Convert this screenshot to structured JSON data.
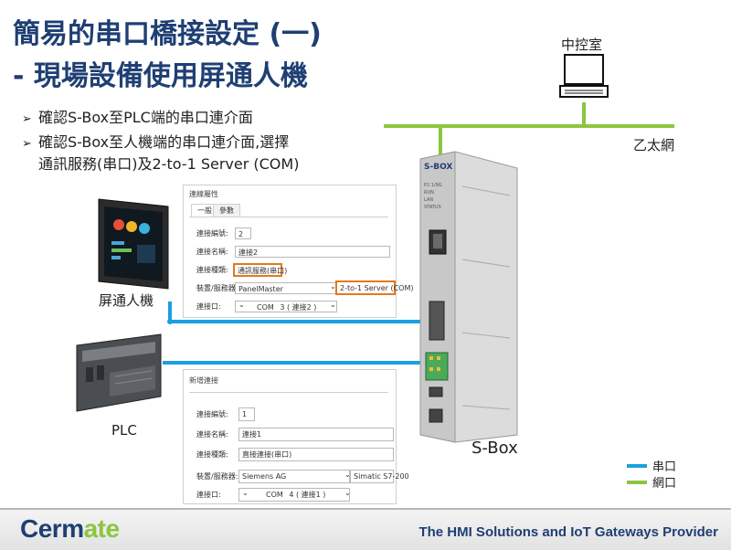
{
  "title": {
    "line1": "簡易的串口橋接設定 (一)",
    "line2": "- 現場設備使用屏通人機"
  },
  "bullets": [
    "確認S-Box至PLC端的串口連介面",
    "確認S-Box至人機端的串口連介面,選擇",
    "通訊服務(串口)及2-to-1 Server (COM)"
  ],
  "labels": {
    "control_room": "中控室",
    "ethernet": "乙太網",
    "hmi": "屏通人機",
    "plc": "PLC",
    "sbox": "S-Box"
  },
  "sbox_device": {
    "brand": "S-BOX",
    "port_labels": [
      "P2 1/9G",
      "RUN",
      "LAN",
      "STATUS"
    ]
  },
  "legend": [
    {
      "label": "串口",
      "color": "#1a9fe0"
    },
    {
      "label": "網口",
      "color": "#8cc63f"
    }
  ],
  "dialog1": {
    "title": "連線屬性",
    "tabs": [
      "一般",
      "參數"
    ],
    "fields": [
      {
        "label": "連接編號:",
        "value": "2"
      },
      {
        "label": "連接名稱:",
        "value": "連接2"
      },
      {
        "label": "連接種類:",
        "value": "通訊服務(串口)"
      },
      {
        "label": "裝置/服務器:",
        "value": "PanelMaster",
        "extra": "2-to-1 Server (COM)"
      },
      {
        "label": "連接口:",
        "value_prefix": "COM",
        "value": "3 ( 連接2 )"
      }
    ]
  },
  "dialog2": {
    "title": "新增連接",
    "fields": [
      {
        "label": "連接編號:",
        "value": "1"
      },
      {
        "label": "連接名稱:",
        "value": "連接1"
      },
      {
        "label": "連接種類:",
        "value": "直接連接(串口)"
      },
      {
        "label": "裝置/服務器:",
        "value": "Siemens AG",
        "extra": "Simatic S7-200"
      },
      {
        "label": "連接口:",
        "value_prefix": "COM",
        "value": "4 ( 連接1 )"
      }
    ]
  },
  "footer": {
    "logo": "Cermate",
    "tagline": "The HMI Solutions and IoT Gateways Provider"
  },
  "colors": {
    "serial": "#1a9fe0",
    "network": "#8cc63f",
    "highlight": "#e07b1a",
    "title": "#1f3f73"
  }
}
